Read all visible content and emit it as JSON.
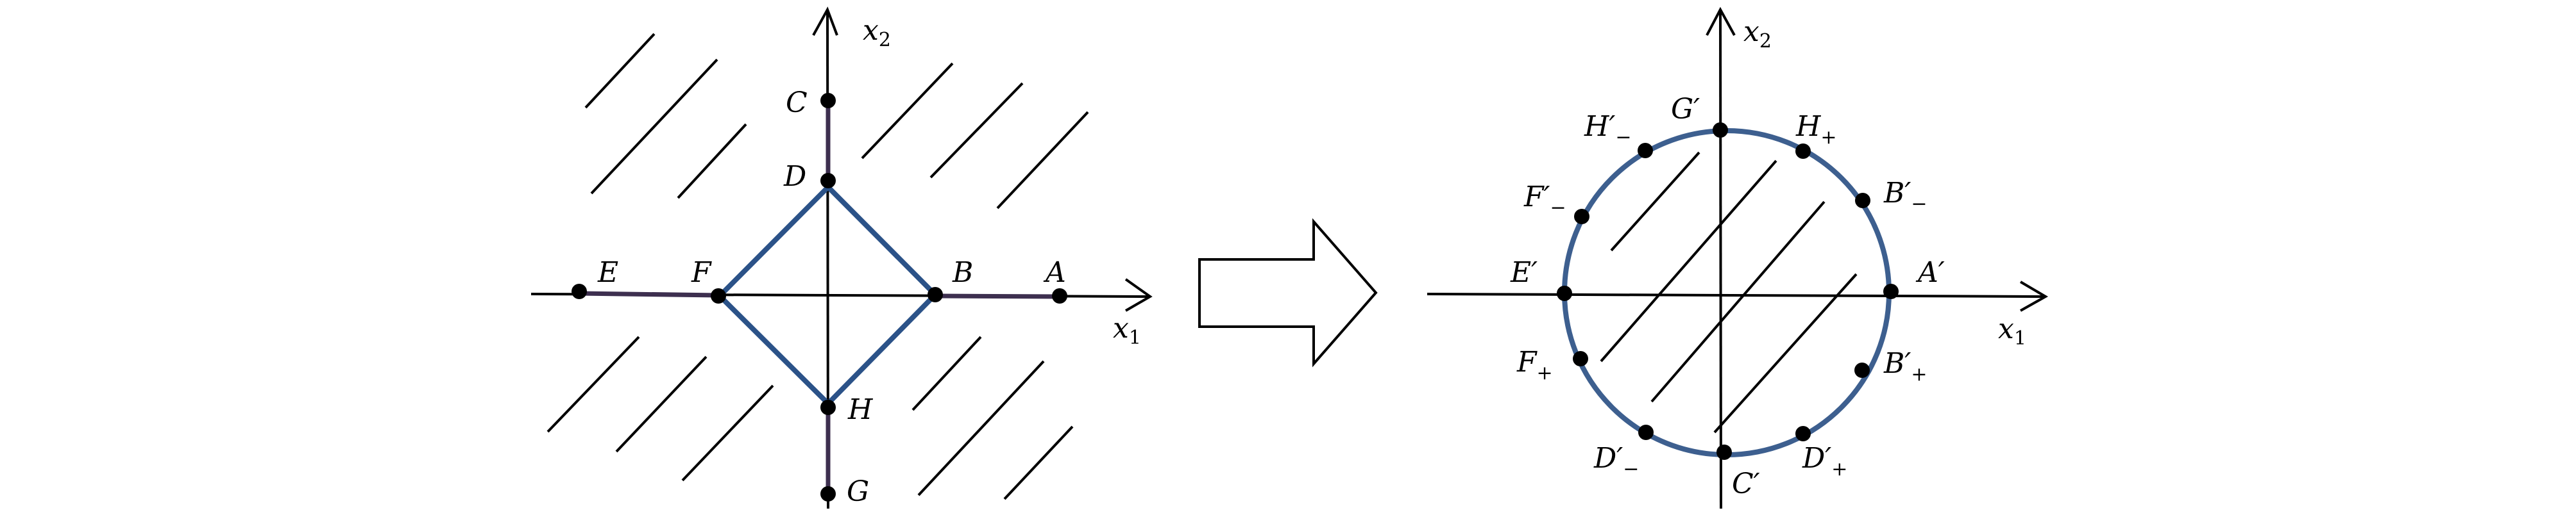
{
  "colors": {
    "region_boundary": "#2b5288",
    "ray_segments": "#3d2f4f",
    "ink": "#000000"
  },
  "left_diagram": {
    "x_axis_label": {
      "main": "x",
      "sub": "1"
    },
    "y_axis_label": {
      "main": "x",
      "sub": "2"
    },
    "points": [
      {
        "main": "A",
        "sub": ""
      },
      {
        "main": "B",
        "sub": ""
      },
      {
        "main": "C",
        "sub": ""
      },
      {
        "main": "D",
        "sub": ""
      },
      {
        "main": "E",
        "sub": ""
      },
      {
        "main": "F",
        "sub": ""
      },
      {
        "main": "G",
        "sub": ""
      },
      {
        "main": "H",
        "sub": ""
      }
    ]
  },
  "transform_arrow": "block-arrow-right",
  "right_diagram": {
    "x_axis_label": {
      "main": "x",
      "sub": "1"
    },
    "y_axis_label": {
      "main": "x",
      "sub": "2"
    },
    "points": [
      {
        "main": "A′",
        "sub": ""
      },
      {
        "main": "B′",
        "sub": "−"
      },
      {
        "main": "H",
        "sub": "+"
      },
      {
        "main": "G′",
        "sub": ""
      },
      {
        "main": "H′",
        "sub": "−"
      },
      {
        "main": "F′",
        "sub": "−"
      },
      {
        "main": "E′",
        "sub": ""
      },
      {
        "main": "F",
        "sub": "+"
      },
      {
        "main": "D′",
        "sub": "−"
      },
      {
        "main": "C′",
        "sub": ""
      },
      {
        "main": "D′",
        "sub": "+"
      },
      {
        "main": "B′",
        "sub": "+"
      }
    ]
  }
}
